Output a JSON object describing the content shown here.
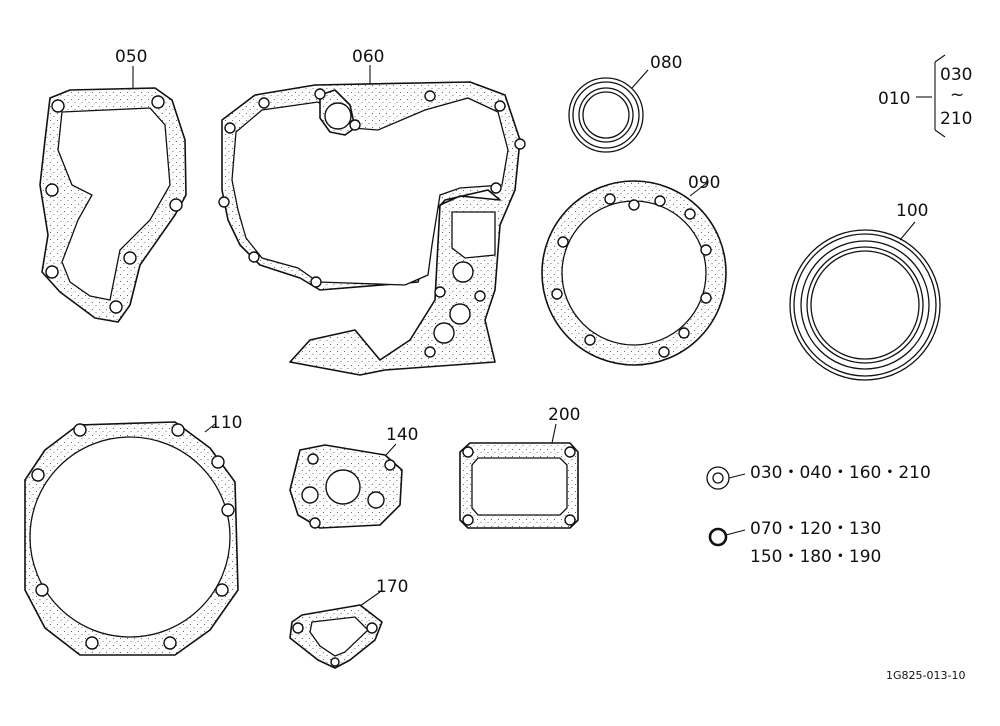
{
  "parts": {
    "p050": "050",
    "p060": "060",
    "p080": "080",
    "p090": "090",
    "p100": "100",
    "p110": "110",
    "p140": "140",
    "p170": "170",
    "p200": "200"
  },
  "range_note": {
    "ref": "010",
    "from": "030",
    "tilde": "~",
    "to": "210"
  },
  "legend": {
    "washer_refs": "030・040・160・210",
    "oring_refs_line1": "070・120・130",
    "oring_refs_line2": "150・180・190"
  },
  "drawing_code": "1G825-013-10"
}
